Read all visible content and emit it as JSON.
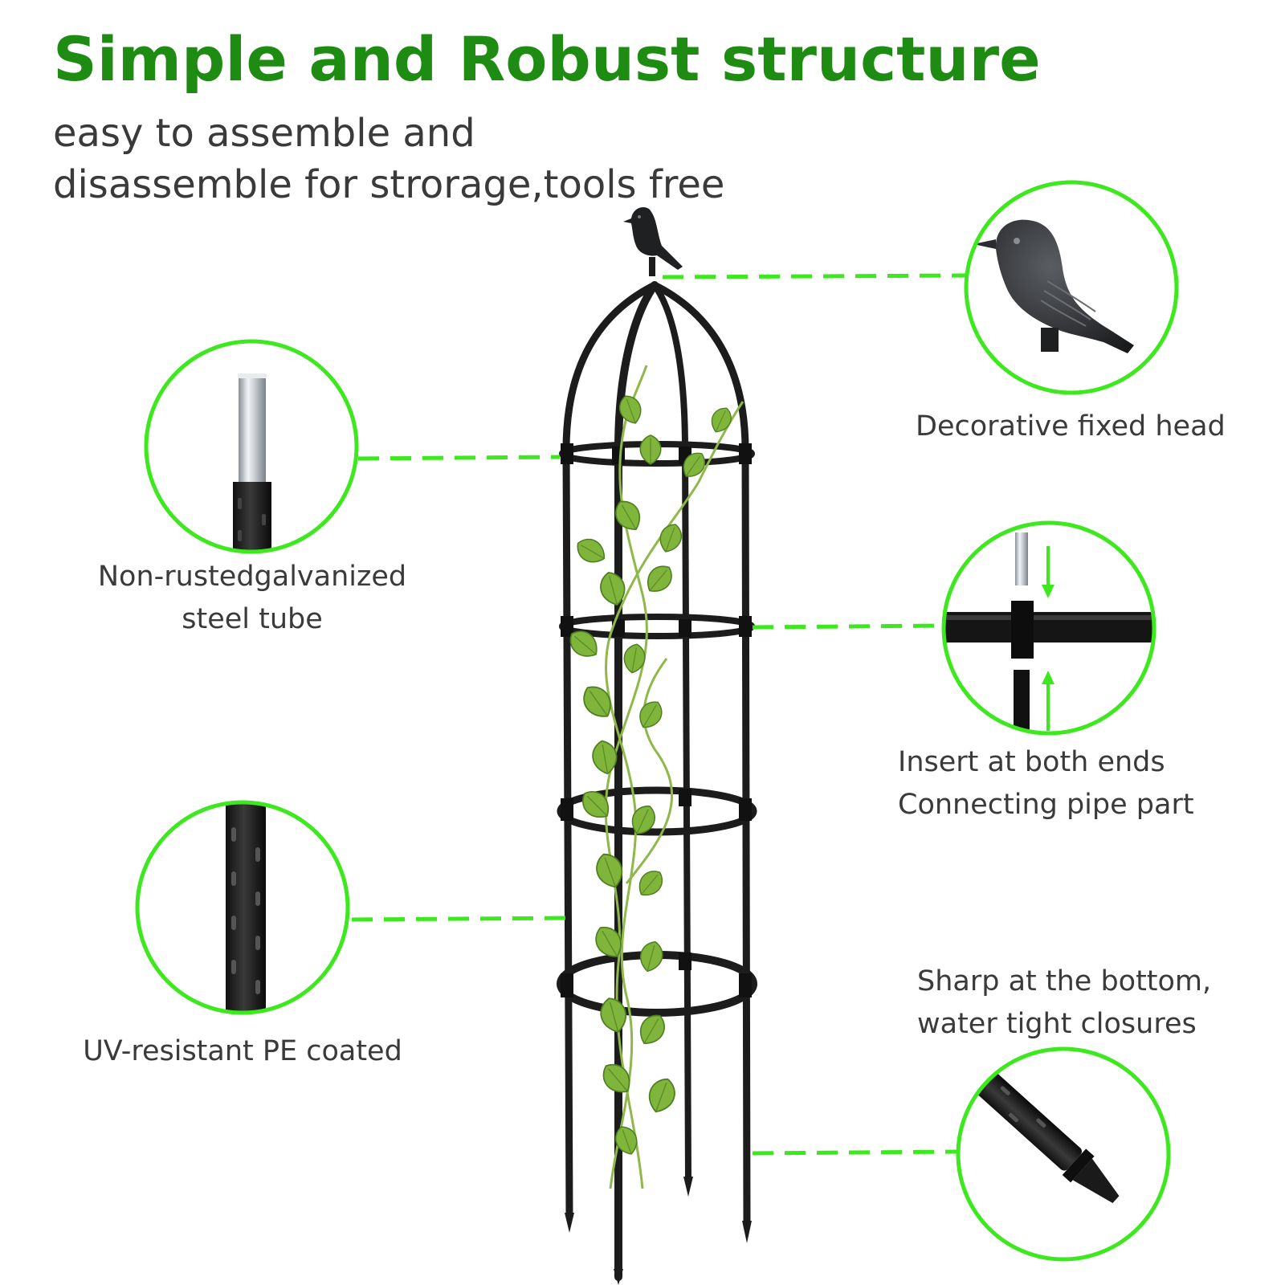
{
  "headline": "Simple and Robust structure",
  "subtitle": {
    "line1": "easy to assemble and",
    "line2": "disassemble for strorage,tools free"
  },
  "features": {
    "steel_tube": {
      "line1": "Non-rustedgalvanized",
      "line2": "steel tube"
    },
    "coating": {
      "line1": "UV-resistant PE coated"
    },
    "head": {
      "line1": "Decorative fixed head"
    },
    "connector": {
      "line1": "Insert at both ends",
      "line2": "Connecting pipe part"
    },
    "bottom": {
      "line1": "Sharp at the bottom,",
      "line2": "water tight closures"
    }
  },
  "icons": {
    "head_detail": "bird-icon",
    "tube_detail": "galvanized-tube-icon",
    "connector_detail": "pipe-connector-icon",
    "coating_detail": "coated-pole-icon",
    "bottom_detail": "spike-tip-icon",
    "product": "obelisk-trellis-icon"
  },
  "colors": {
    "headline": "#1e8c12",
    "accent": "#3ee81e",
    "frame": "#1c1c1c",
    "leaf": "#7fb53a",
    "text": "#3a3a3a"
  }
}
